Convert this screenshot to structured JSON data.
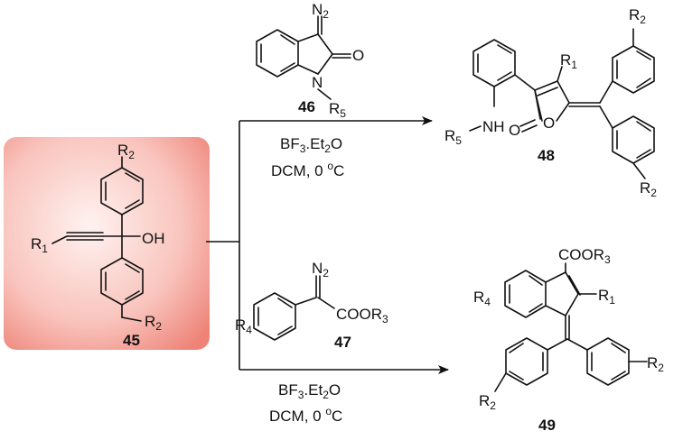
{
  "atoms": {
    "r1": "R",
    "r1_sub": "1",
    "r2": "R",
    "r2_sub": "2",
    "r3": "R",
    "r3_sub": "3",
    "r4": "R",
    "r4_sub": "4",
    "r5": "R",
    "r5_sub": "5",
    "oh": "OH",
    "o": "O",
    "n": "N",
    "nh": "NH",
    "n2": "N",
    "n2_sub": "2",
    "cooor3": "COOR",
    "cooor3_sub": "3"
  },
  "compounds": {
    "c45": "45",
    "c46": "46",
    "c47": "47",
    "c48": "48",
    "c49": "49"
  },
  "conditions": {
    "top": {
      "reagent_a": "BF",
      "reagent_a_sub": "3",
      "reagent_b": ".Et",
      "reagent_b_sub": "2",
      "reagent_c": "O",
      "solvent": "DCM, 0 ",
      "temp_sup": "o",
      "temp_unit": "C"
    },
    "bottom": {
      "reagent_a": "BF",
      "reagent_a_sub": "3",
      "reagent_b": ".Et",
      "reagent_b_sub": "2",
      "reagent_c": "O",
      "solvent": "DCM, 0 ",
      "temp_sup": "o",
      "temp_unit": "C"
    }
  },
  "colors": {
    "highlight_box": "#f08c84",
    "highlight_box_light": "#fde4e1",
    "line": "#111111"
  }
}
